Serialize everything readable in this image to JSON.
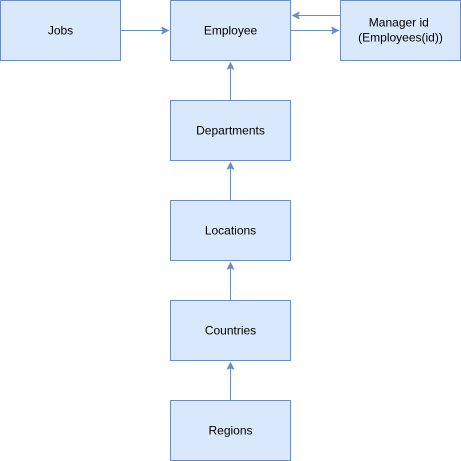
{
  "diagram": {
    "colors": {
      "box_fill": "#dae8fc",
      "box_stroke": "#6c8ebf",
      "edge": "#6c8ebf",
      "text": "#000000",
      "background": "#ffffff"
    },
    "nodes": {
      "jobs": {
        "label": "Jobs"
      },
      "employee": {
        "label": "Employee"
      },
      "manager": {
        "label_line1": "Manager id",
        "label_line2": "(Employees(id))"
      },
      "departments": {
        "label": "Departments"
      },
      "locations": {
        "label": "Locations"
      },
      "countries": {
        "label": "Countries"
      },
      "regions": {
        "label": "Regions"
      }
    },
    "edges": [
      {
        "from": "jobs",
        "to": "employee"
      },
      {
        "from": "employee",
        "to": "manager"
      },
      {
        "from": "manager",
        "to": "employee"
      },
      {
        "from": "departments",
        "to": "employee"
      },
      {
        "from": "locations",
        "to": "departments"
      },
      {
        "from": "countries",
        "to": "locations"
      },
      {
        "from": "regions",
        "to": "countries"
      }
    ]
  }
}
